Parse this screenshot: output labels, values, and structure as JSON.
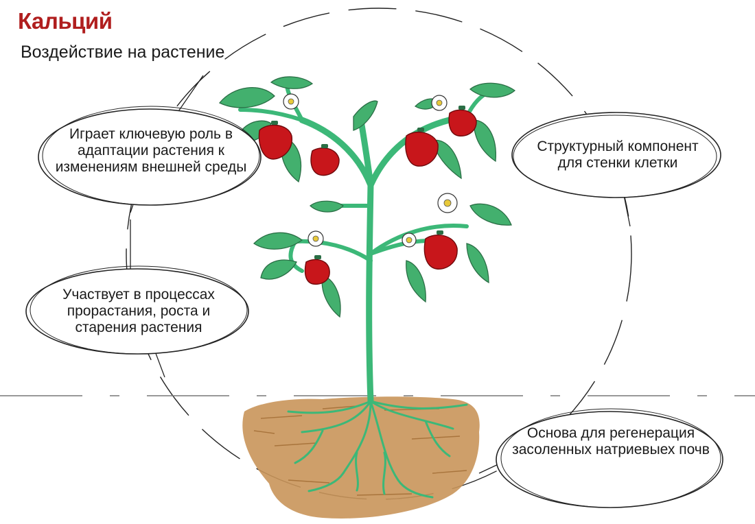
{
  "header": {
    "title": "Кальций",
    "subtitle": "Воздействие на растение"
  },
  "callouts": [
    {
      "text": "Играет ключевую роль в адаптации растения к изменениям внешней среды"
    },
    {
      "text": "Структурный компонент для стенки клетки"
    },
    {
      "text": "Участвует в процессах прорастания, роста и старения растения"
    },
    {
      "text": "Основа для регенерация засоленных натриевыех почв"
    }
  ],
  "colors": {
    "title": "#b01e1e",
    "stem": "#3cb878",
    "leaf": "#43b06e",
    "leaf_vein": "#2a6e45",
    "pepper": "#c8161b",
    "soil": "#c9955a"
  }
}
